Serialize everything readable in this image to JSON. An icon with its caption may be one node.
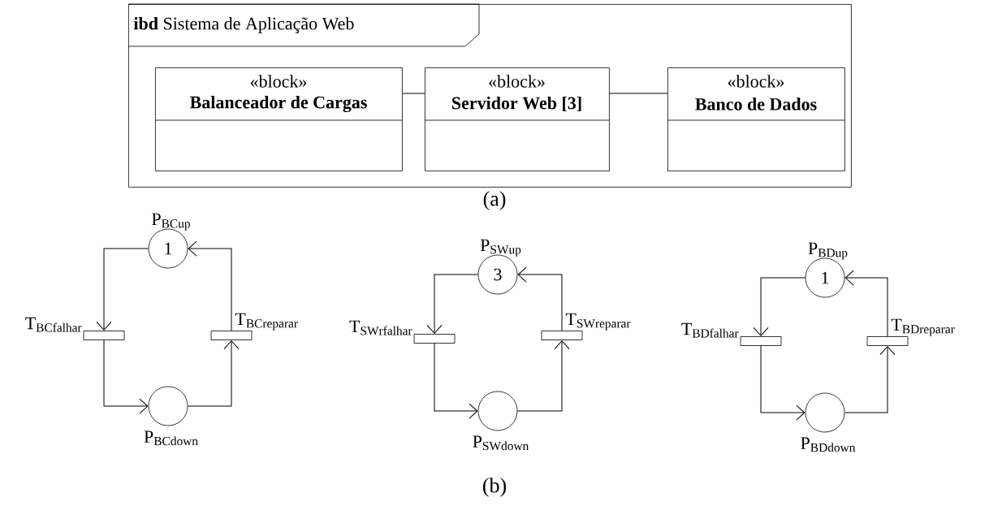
{
  "diagram": {
    "nodes": [
      {
        "text": [
          "**ibd** Sistema de Aplicação Web"
        ]
      },
      {
        "text": [
          "«block»",
          "Balanceador de Cargas"
        ],
        "in": 0
      },
      {
        "text": [
          "«block»",
          "Servidor Web [3]"
        ],
        "in": 0
      },
      {
        "text": [
          "«block»",
          "Banco de Dados"
        ],
        "in": 0
      },
      {
        "text": [
          "1"
        ],
        "beside": [
          "\\mathrm{P}_{\\mathrm{BCup}}"
        ]
      },
      {
        "text": [],
        "shape": "bar",
        "beside": [
          "\\mathrm{T}_{\\mathrm{BCfalhar}}"
        ]
      },
      {
        "text": [],
        "shape": "circle",
        "beside": [
          "\\mathrm{P}_{\\mathrm{BCdown}}"
        ]
      },
      {
        "text": [],
        "shape": "bar",
        "beside": [
          "\\mathrm{T}_{\\mathrm{BCreparar}}"
        ]
      },
      {
        "text": [
          "3"
        ],
        "beside": [
          "\\mathrm{P}_{\\mathrm{SWup}}"
        ]
      },
      {
        "text": [],
        "shape": "bar",
        "beside": [
          "\\mathrm{T}_{\\mathrm{SWrfalhar}}"
        ]
      },
      {
        "text": [],
        "shape": "circle",
        "beside": [
          "\\mathrm{P}_{\\mathrm{SWdown}}"
        ]
      },
      {
        "text": [],
        "shape": "bar",
        "beside": [
          "\\mathrm{T}_{\\mathrm{SWreparar}}"
        ]
      },
      {
        "text": [
          "1"
        ],
        "beside": [
          "\\mathrm{P}_{\\mathrm{BDup}}"
        ]
      },
      {
        "text": [],
        "shape": "bar",
        "beside": [
          "\\mathrm{T}_{\\mathrm{BDfalhar}}"
        ]
      },
      {
        "text": [],
        "shape": "circle",
        "beside": [
          "\\mathrm{P}_{\\mathrm{BDdown}}"
        ]
      },
      {
        "text": [],
        "shape": "bar",
        "beside": [
          "\\mathrm{T}_{\\mathrm{BDreparar}}"
        ]
      }
    ],
    "edges": [
      {
        "from": 1,
        "to": 2,
        "arrow": "none"
      },
      {
        "from": 2,
        "to": 3,
        "arrow": "none"
      },
      {
        "from": 4,
        "to": 5,
        "arrow": "to"
      },
      {
        "from": 5,
        "to": 6,
        "arrow": "to"
      },
      {
        "from": 6,
        "to": 7,
        "arrow": "to"
      },
      {
        "from": 7,
        "to": 4,
        "arrow": "to"
      },
      {
        "from": 8,
        "to": 9,
        "arrow": "to"
      },
      {
        "from": 9,
        "to": 10,
        "arrow": "to"
      },
      {
        "from": 10,
        "to": 11,
        "arrow": "to"
      },
      {
        "from": 11,
        "to": 8,
        "arrow": "to"
      },
      {
        "from": 12,
        "to": 13,
        "arrow": "to"
      },
      {
        "from": 13,
        "to": 14,
        "arrow": "to"
      },
      {
        "from": 14,
        "to": 15,
        "arrow": "to"
      },
      {
        "from": 15,
        "to": 12,
        "arrow": "to"
      }
    ],
    "labels": [
      "(a)",
      "(b)"
    ]
  }
}
